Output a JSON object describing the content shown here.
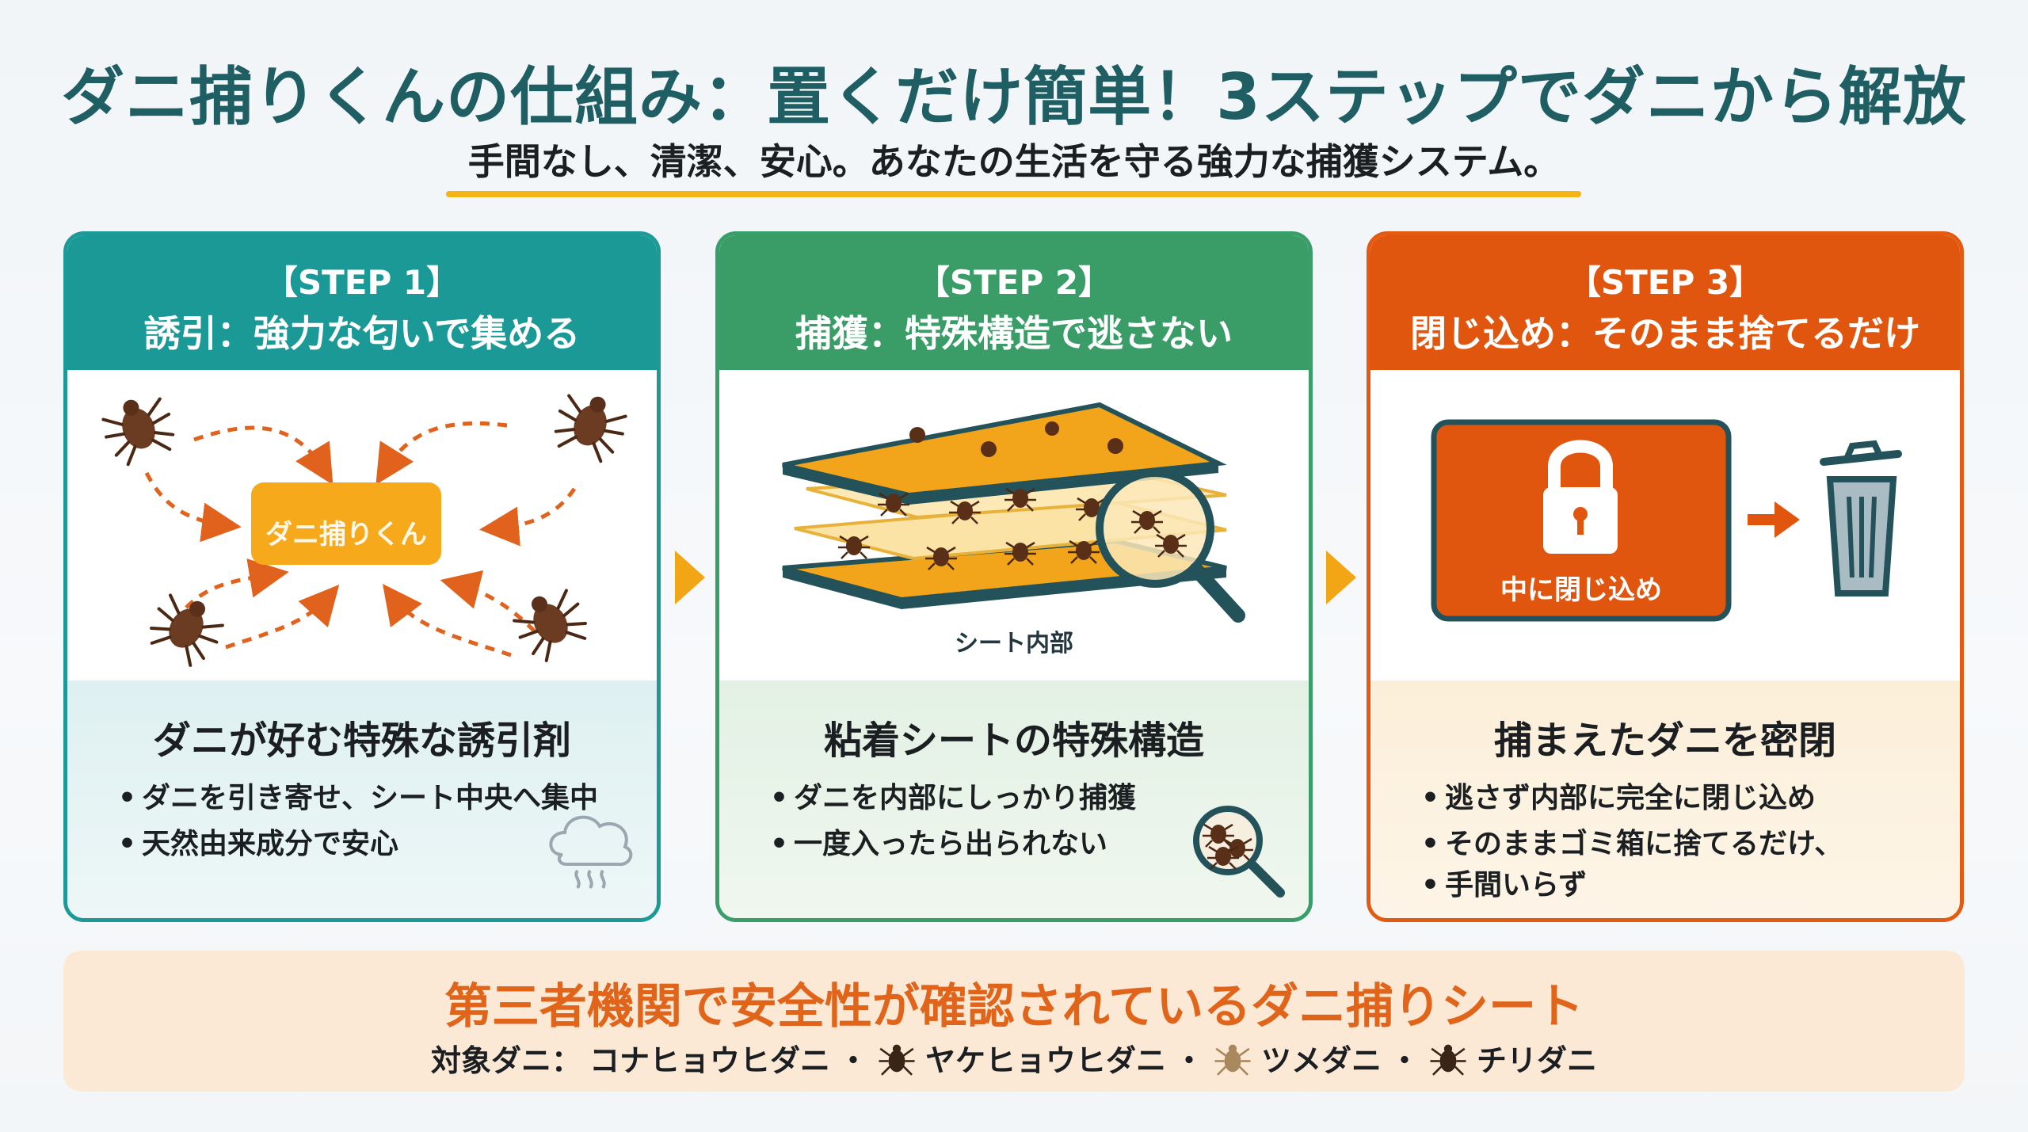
{
  "header": {
    "title": "ダニ捕りくんの仕組み：置くだけ簡単！3ステップでダニから解放",
    "subtitle": "手間なし、清潔、安心。あなたの生活を守る強力な捕獲システム。"
  },
  "steps": [
    {
      "step": "【STEP 1】",
      "title": "誘引：強力な匂いで集める",
      "art_label": "ダニ捕りくん",
      "bottom_title": "ダニが好む特殊な誘引剤",
      "bullets": [
        "ダニを引き寄せ、シート中央へ集中",
        "天然由来成分で安心"
      ]
    },
    {
      "step": "【STEP 2】",
      "title": "捕獲：特殊構造で逃さない",
      "art_label": "シート内部",
      "bottom_title": "粘着シートの特殊構造",
      "bullets": [
        "ダニを内部にしっかり捕獲",
        "一度入ったら出られない"
      ]
    },
    {
      "step": "【STEP 3】",
      "title": "閉じ込め：そのまま捨てるだけ",
      "art_label": "中に閉じ込め",
      "bottom_title": "捕まえたダニを密閉",
      "bullets": [
        "逃さず内部に完全に閉じ込め",
        "そのままゴミ箱に捨てるだけ、",
        "手間いらず"
      ]
    }
  ],
  "footer": {
    "title": "第三者機関で安全性が確認されているダニ捕りシート",
    "targets_label": "対象ダニ：",
    "targets": [
      "コナヒョウヒダニ",
      "ヤケヒョウヒダニ",
      "ツメダニ",
      "チリダニ"
    ],
    "separator": "・"
  },
  "colors": {
    "teal": "#1a9996",
    "green": "#3a9d68",
    "orange": "#e1560f",
    "accent_yellow": "#f2b515",
    "footer_text": "#e1641b"
  },
  "icons": [
    "mite-icon",
    "padlock-icon",
    "trash-can-icon",
    "magnifier-icon",
    "scent-cloud-icon",
    "arrow-icon"
  ]
}
